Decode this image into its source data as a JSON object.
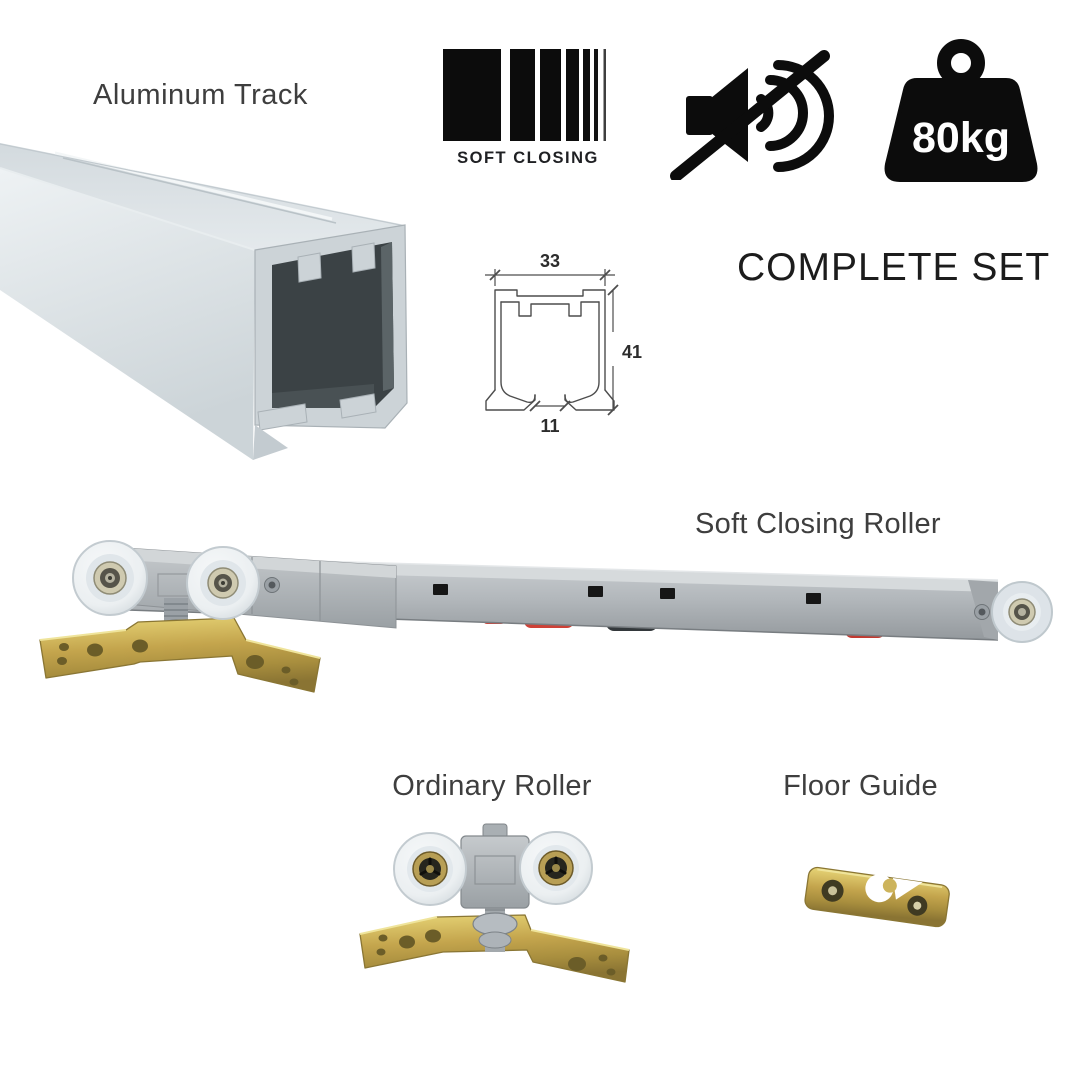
{
  "product": {
    "type": "sliding-door-hardware-set",
    "sections": {
      "aluminum_track": {
        "label": "Aluminum Track"
      },
      "soft_closing_roller": {
        "label": "Soft Closing Roller"
      },
      "ordinary_roller": {
        "label": "Ordinary Roller"
      },
      "floor_guide": {
        "label": "Floor Guide"
      }
    },
    "badges": {
      "soft_closing": {
        "label": "SOFT CLOSING",
        "icon": "deceleration-bars-icon"
      },
      "silent": {
        "icon": "muted-speaker-icon"
      },
      "max_load": {
        "value": "80kg",
        "icon": "weight-icon"
      },
      "complete_set": {
        "label": "COMPLETE SET"
      }
    },
    "track_cross_section": {
      "top_width_mm": "33",
      "height_mm": "41",
      "bottom_gap_mm": "11"
    }
  },
  "colors": {
    "background": "#ffffff",
    "label_text": "#3e3e3e",
    "headline_text": "#1c1c1c",
    "icon_black": "#0c0c0c",
    "track_gray": "#dbe1e5",
    "track_interior": "#3b4245",
    "roller_silver": "#b3b8bc",
    "wheel_white": "#eef1f3",
    "bracket_brass": "#c3a44c",
    "damper_red": "#ce4137",
    "diagram_line": "#4d4d4d"
  }
}
